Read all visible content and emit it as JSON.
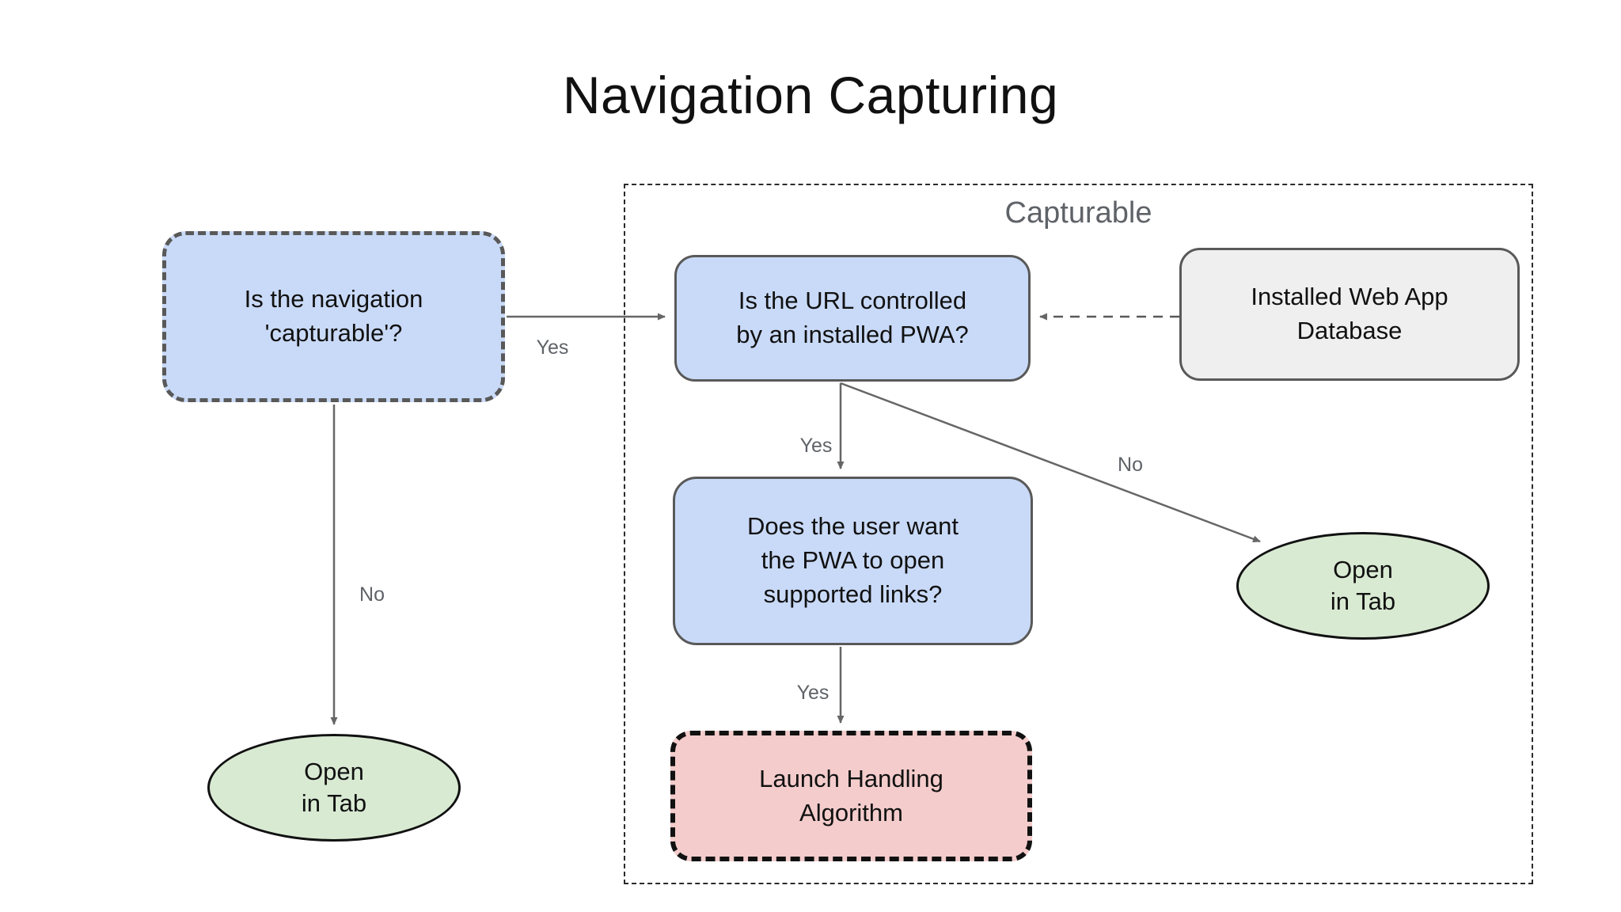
{
  "title": "Navigation Capturing",
  "group": {
    "label": "Capturable"
  },
  "nodes": {
    "capturable_question": {
      "text": "Is the navigation\n'capturable'?"
    },
    "url_controlled": {
      "text": "Is the URL controlled\nby an installed PWA?"
    },
    "web_app_db": {
      "text": "Installed Web App\nDatabase"
    },
    "user_want": {
      "text": "Does the user want\nthe PWA to open\nsupported links?"
    },
    "launch_handling": {
      "text": "Launch Handling\nAlgorithm"
    },
    "open_in_tab_left": {
      "text": "Open\nin Tab"
    },
    "open_in_tab_right": {
      "text": "Open\nin Tab"
    }
  },
  "edge_labels": {
    "yes_capturable": "Yes",
    "no_capturable": "No",
    "yes_controlled": "Yes",
    "no_controlled": "No",
    "yes_supported": "Yes"
  },
  "colors": {
    "node_blue": "#c9daf8",
    "node_gray": "#efefef",
    "node_green": "#d9ead3",
    "node_pink": "#f4cccc",
    "border_gray": "#595959",
    "border_black": "#111111",
    "arrow_gray": "#666666",
    "label_gray": "#5f6368"
  }
}
